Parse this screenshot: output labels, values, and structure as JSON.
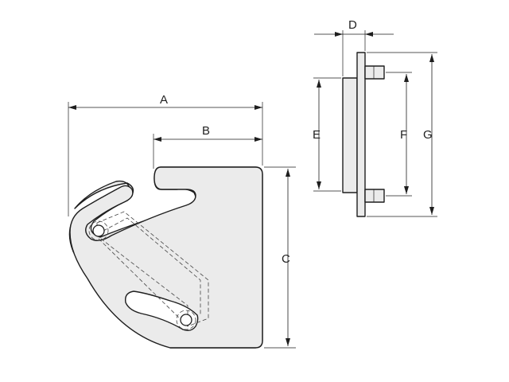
{
  "dimensions": {
    "A": "A",
    "B": "B",
    "C": "C",
    "D": "D",
    "E": "E",
    "F": "F",
    "G": "G"
  },
  "colors": {
    "part_fill": "#ebebeb",
    "line": "#1e1e1e",
    "background": "#ffffff"
  }
}
